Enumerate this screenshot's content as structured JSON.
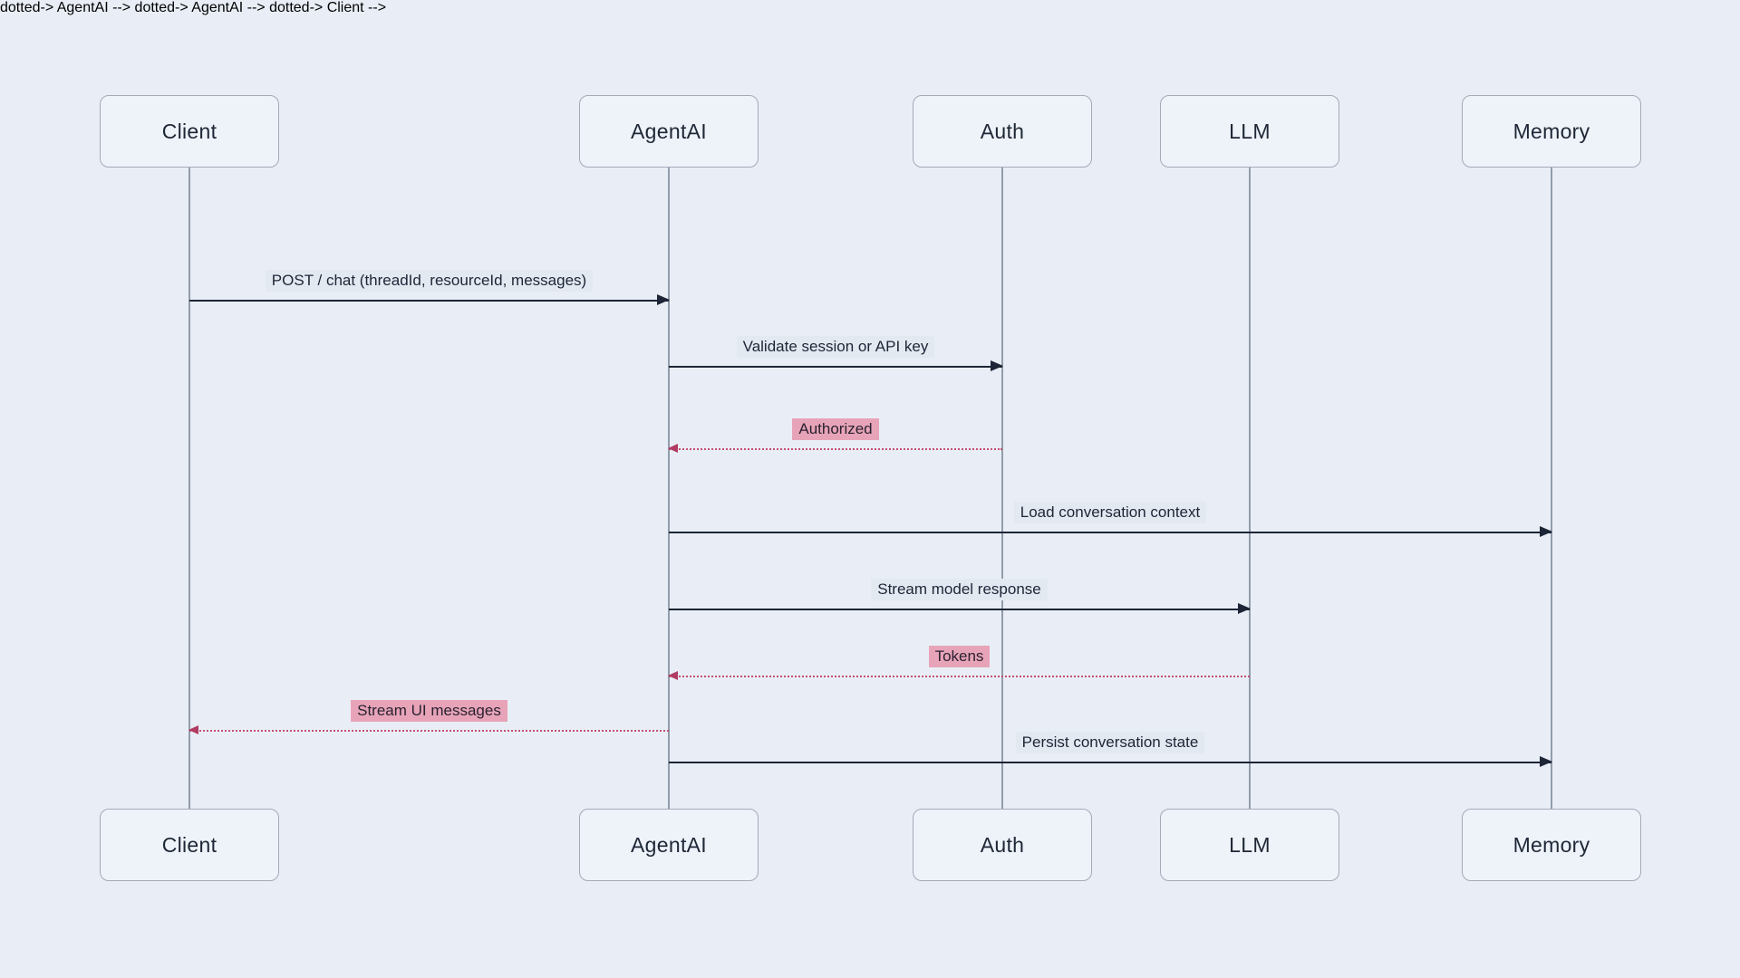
{
  "meta": {
    "diagram_type": "sequence-diagram"
  },
  "actors": [
    {
      "id": "client",
      "label": "Client"
    },
    {
      "id": "agentai",
      "label": "AgentAI"
    },
    {
      "id": "auth",
      "label": "Auth"
    },
    {
      "id": "llm",
      "label": "LLM"
    },
    {
      "id": "memory",
      "label": "Memory"
    }
  ],
  "messages": [
    {
      "from": "Client",
      "to": "AgentAI",
      "label": "POST / chat (threadId, resourceId, messages)",
      "line_style": "solid",
      "arrow_direction": "right",
      "highlighted": false
    },
    {
      "from": "AgentAI",
      "to": "Auth",
      "label": "Validate session or API key",
      "line_style": "solid",
      "arrow_direction": "right",
      "highlighted": false
    },
    {
      "from": "Auth",
      "to": "AgentAI",
      "label": "Authorized",
      "line_style": "dotted",
      "arrow_direction": "left",
      "highlighted": true
    },
    {
      "from": "AgentAI",
      "to": "Memory",
      "label": "Load conversation context",
      "line_style": "solid",
      "arrow_direction": "right",
      "highlighted": false
    },
    {
      "from": "AgentAI",
      "to": "LLM",
      "label": "Stream model response",
      "line_style": "solid",
      "arrow_direction": "right",
      "highlighted": false
    },
    {
      "from": "LLM",
      "to": "AgentAI",
      "label": "Tokens",
      "line_style": "dotted",
      "arrow_direction": "left",
      "highlighted": true
    },
    {
      "from": "AgentAI",
      "to": "Client",
      "label": "Stream UI messages",
      "line_style": "dotted",
      "arrow_direction": "left",
      "highlighted": true
    },
    {
      "from": "AgentAI",
      "to": "Memory",
      "label": "Persist conversation state",
      "line_style": "solid",
      "arrow_direction": "right",
      "highlighted": false
    }
  ],
  "colors": {
    "page_background": "#e9eef6",
    "actor_box_fill": "#eef2f9",
    "actor_box_border": "#a3abb8",
    "lifeline": "#929cab",
    "text": "#1e2736",
    "solid_arrow": "#1d2637",
    "message_label_background": "#e3e9f1",
    "highlight_label_background": "#e7a4b8",
    "dotted_arrow": "#c44e74",
    "dotted_arrowhead": "#b03c62"
  }
}
